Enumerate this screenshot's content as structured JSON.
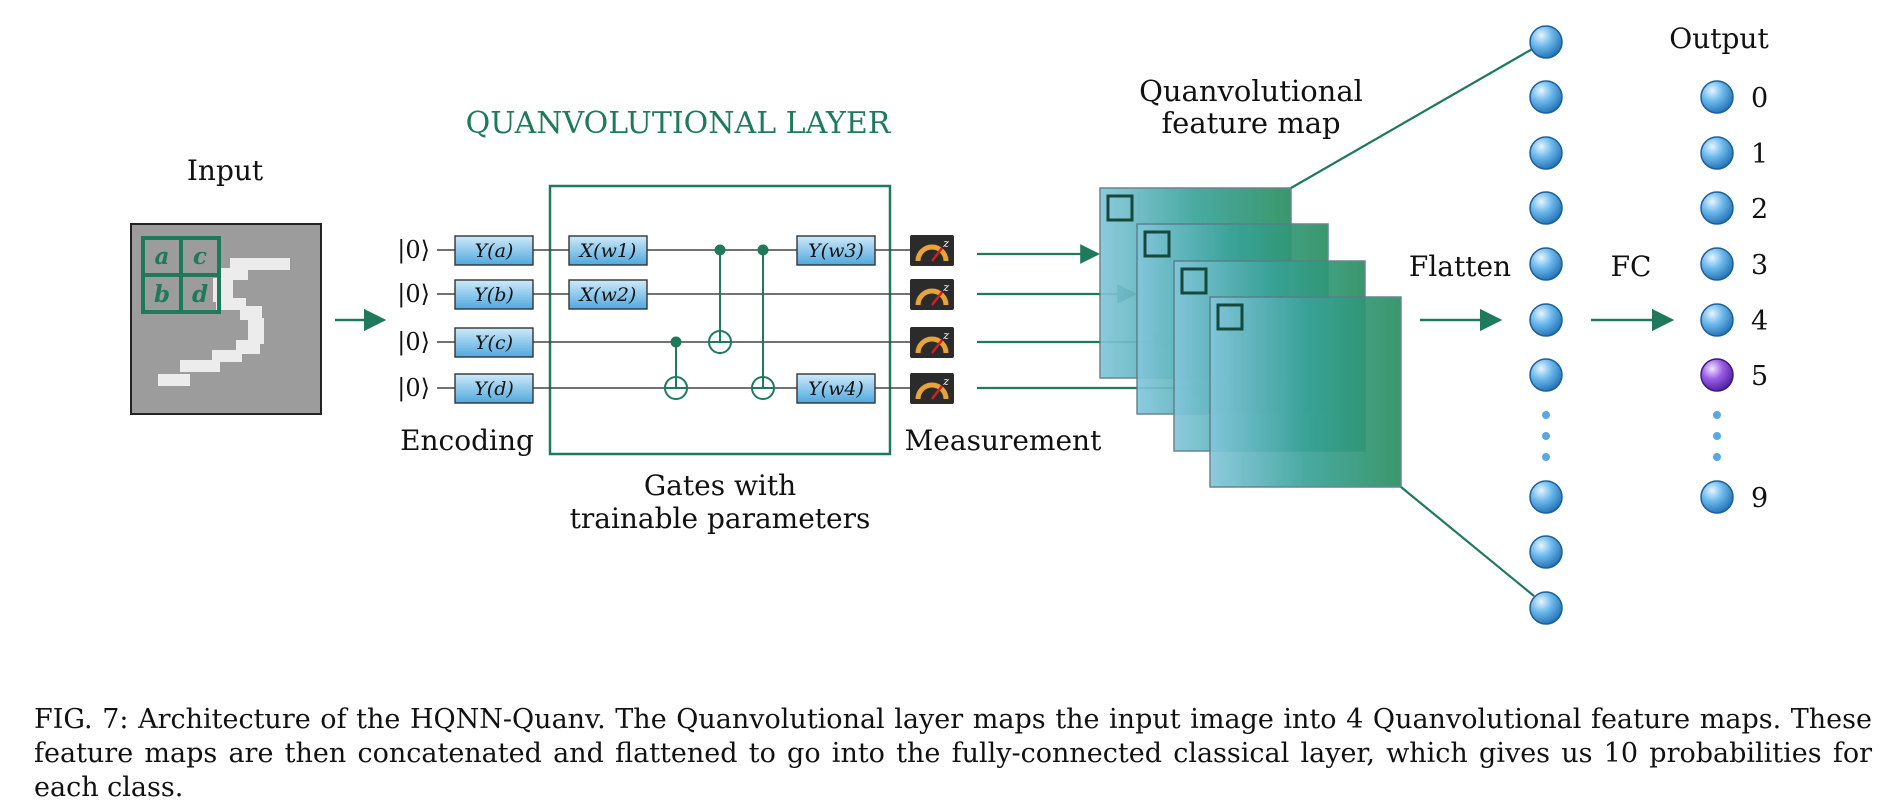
{
  "diagram": {
    "input_label": "Input",
    "input_grid": [
      "a",
      "c",
      "b",
      "d"
    ],
    "layer_title": "QUANVOLUTIONAL LAYER",
    "qubits": [
      {
        "ket": "|0⟩",
        "encoding_gate": "Y(a)"
      },
      {
        "ket": "|0⟩",
        "encoding_gate": "Y(b)"
      },
      {
        "ket": "|0⟩",
        "encoding_gate": "Y(c)"
      },
      {
        "ket": "|0⟩",
        "encoding_gate": "Y(d)"
      }
    ],
    "trainable_gates": {
      "x1": "X(w1)",
      "x2": "X(w2)",
      "y3": "Y(w3)",
      "y4": "Y(w4)"
    },
    "encoding_label": "Encoding",
    "gates_label_line1": "Gates with",
    "gates_label_line2": "trainable parameters",
    "measurement_label": "Measurement",
    "feature_map_label_line1": "Quanvolutional",
    "feature_map_label_line2": "feature map",
    "flatten_label": "Flatten",
    "fc_label": "FC",
    "output_label": "Output",
    "output_classes": [
      "0",
      "1",
      "2",
      "3",
      "4",
      "5",
      "9"
    ],
    "highlighted_class": "5",
    "colors": {
      "accent": "#1e7a5a",
      "gate_fill": "#5fb4e6",
      "neuron": "#4aa3e0",
      "neuron_highlight": "#7b3fd0",
      "feature_map_start": "#7fc4dc",
      "feature_map_end": "#1f8a5e"
    }
  },
  "caption": "FIG. 7: Architecture of the HQNN-Quanv. The Quanvolutional layer maps the input image into 4 Quanvolutional feature maps. These feature maps are then concatenated and flattened to go into the fully-connected classical layer, which gives us 10 probabilities for each class."
}
